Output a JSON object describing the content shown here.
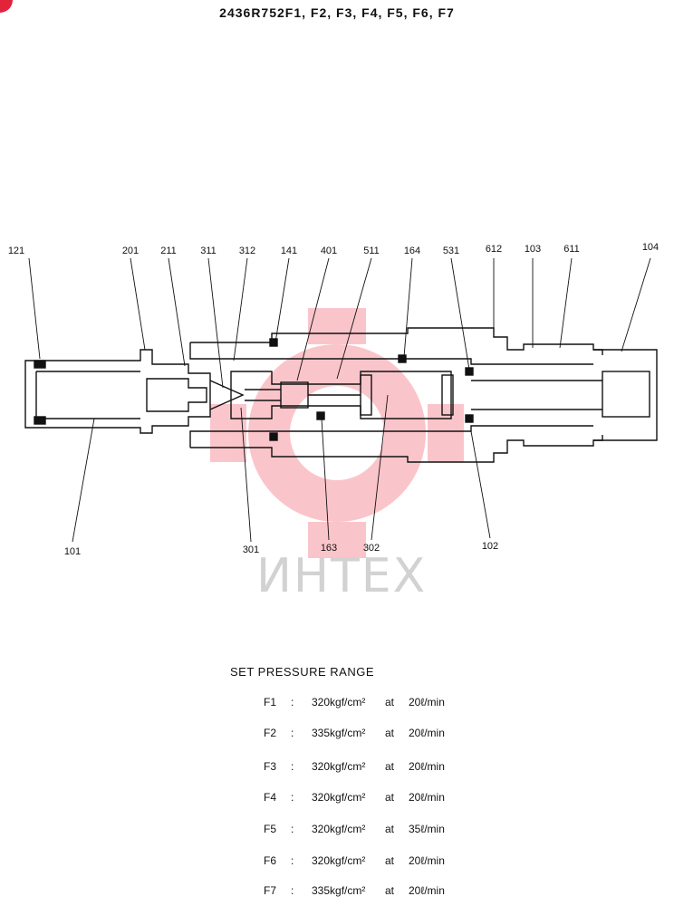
{
  "title": "2436R752F1, F2, F3, F4, F5, F6, F7",
  "watermark": "ИНТЕХ",
  "callouts_top": [
    "121",
    "201",
    "211",
    "311",
    "312",
    "141",
    "401",
    "511",
    "164",
    "531",
    "612",
    "103",
    "611",
    "104"
  ],
  "callouts_bottom": [
    "101",
    "301",
    "163",
    "302",
    "102"
  ],
  "range_title": "SET PRESSURE RANGE",
  "rows": [
    {
      "f": "F1",
      "colon": ":",
      "pressure": "320kgf/cm²",
      "at": "at",
      "flow": "20ℓ/min"
    },
    {
      "f": "F2",
      "colon": ":",
      "pressure": "335kgf/cm²",
      "at": "at",
      "flow": "20ℓ/min"
    },
    {
      "f": "F3",
      "colon": ":",
      "pressure": "320kgf/cm²",
      "at": "at",
      "flow": "20ℓ/min"
    },
    {
      "f": "F4",
      "colon": ":",
      "pressure": "320kgf/cm²",
      "at": "at",
      "flow": "20ℓ/min"
    },
    {
      "f": "F5",
      "colon": ":",
      "pressure": "320kgf/cm²",
      "at": "at",
      "flow": "35ℓ/min"
    },
    {
      "f": "F6",
      "colon": ":",
      "pressure": "320kgf/cm²",
      "at": "at",
      "flow": "20ℓ/min"
    },
    {
      "f": "F7",
      "colon": ":",
      "pressure": "335kgf/cm²",
      "at": "at",
      "flow": "20ℓ/min"
    }
  ]
}
